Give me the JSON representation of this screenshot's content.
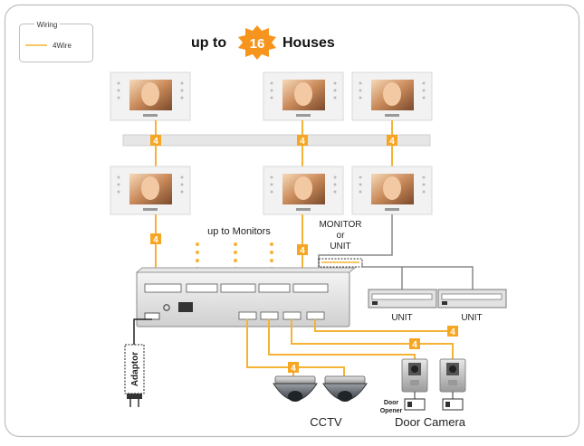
{
  "legend": {
    "title": "Wiring",
    "label": "4Wire"
  },
  "headline": {
    "prefix": "up to",
    "number": "16",
    "suffix": "Houses"
  },
  "wire_label": "4",
  "labels": {
    "up_to_monitors": "up to Monitors",
    "monitor_or_unit": [
      "MONITOR",
      "or",
      "UNIT"
    ],
    "unit": "UNIT",
    "adaptor": "Adaptor",
    "cctv": "CCTV",
    "door_opener": [
      "Door",
      "Opener"
    ],
    "door_camera": "Door Camera"
  },
  "colors": {
    "wire": "#f5b335",
    "badge": "#f6a623",
    "frame": "#bfbfbf",
    "bus": "#e6e6e6",
    "burst": "#f7941d"
  },
  "icons": [
    "video-monitor-icon",
    "dome-camera-icon",
    "door-camera-icon",
    "power-plug-icon",
    "distribution-box-icon",
    "unit-icon"
  ]
}
